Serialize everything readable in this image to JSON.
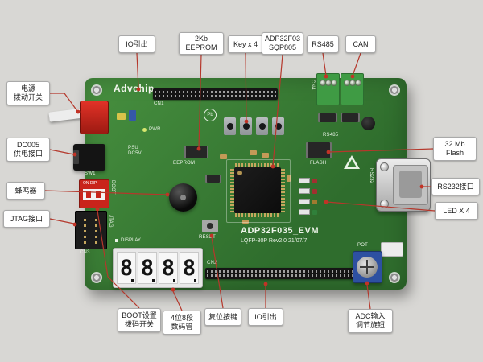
{
  "callouts": {
    "top": [
      {
        "label": "IO引出"
      },
      {
        "label": "2Kb\nEEPROM"
      },
      {
        "label": "Key x 4"
      },
      {
        "label": "ADP32F03\nSQP805"
      },
      {
        "label": "RS485"
      },
      {
        "label": "CAN"
      }
    ],
    "left": [
      {
        "label": "电源\n拨动开关"
      },
      {
        "label": "DC005\n供电接口"
      },
      {
        "label": "蜂鸣器"
      },
      {
        "label": "JTAG接口"
      }
    ],
    "right": [
      {
        "label": "32 Mb\nFlash"
      },
      {
        "label": "RS232接口"
      },
      {
        "label": "LED X 4"
      }
    ],
    "bottom": [
      {
        "label": "BOOT设置\n拨码开关"
      },
      {
        "label": "4位8段\n数码管"
      },
      {
        "label": "复位按键"
      },
      {
        "label": "IO引出"
      },
      {
        "label": "ADC输入\n调节旋钮"
      }
    ]
  },
  "board": {
    "brand": "Advchip",
    "title": "ADP32F035_EVM",
    "revision": "LQFP-80P  Rev2.0  21/07/7",
    "seven_segment": [
      "8",
      "8",
      "8",
      "8"
    ],
    "silkscreen": {
      "cn1": "CN1",
      "cn2": "CN2",
      "cn3": "CN3",
      "cn4": "CN4",
      "sw1": "SW1",
      "boot": "BOOT",
      "jtag": "JTAG",
      "display": "DISPLAY",
      "reset": "RESET",
      "pot": "POT",
      "eeprom": "EEPROM",
      "flash": "FLASH",
      "rs485": "RS485",
      "rs232": "RS232",
      "psu": "PSU\nDC5V",
      "pwr": "PWR",
      "pb": "Pb",
      "on_dip": "ON DIP"
    },
    "colors": {
      "pcb_green": "#3a8038",
      "leader_red": "#b5372b",
      "switch_red": "#d42a1f"
    }
  }
}
